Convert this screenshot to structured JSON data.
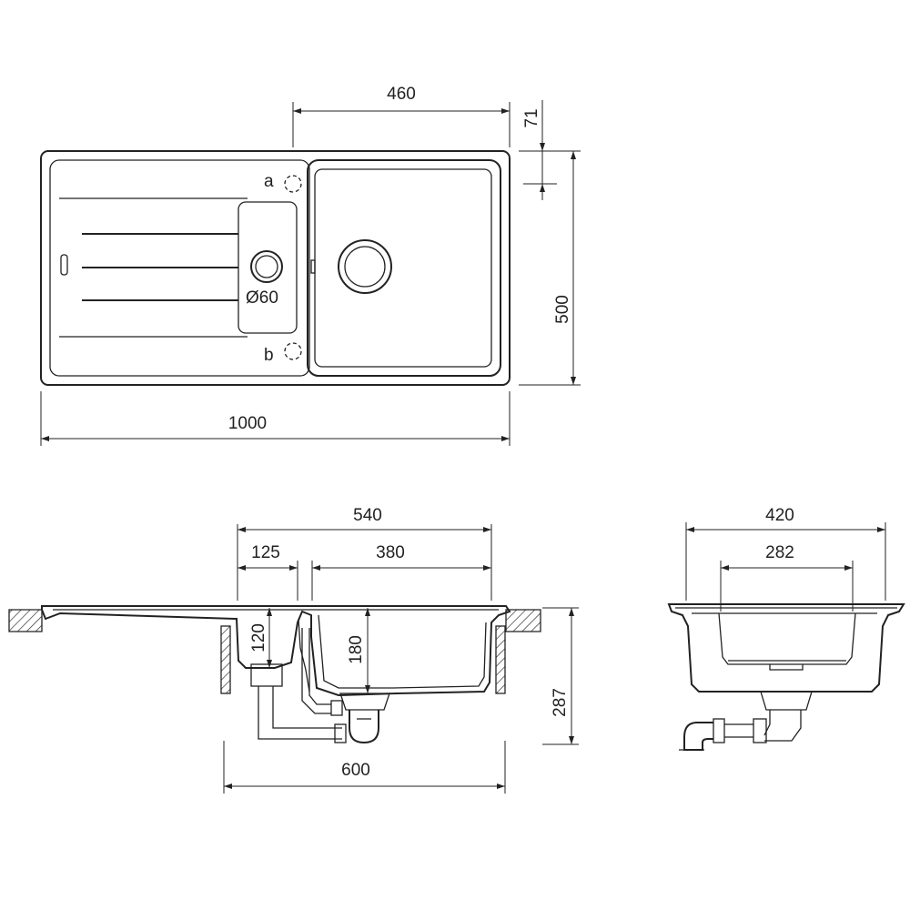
{
  "top_view": {
    "width": "1000",
    "bowl_width": "460",
    "height": "500",
    "edge_offset": "71",
    "tap_hole_a": "a",
    "tap_hole_b": "b",
    "overflow_diameter": "Ø60"
  },
  "side_view": {
    "inner_width": "540",
    "drainer_offset": "125",
    "bowl_width": "380",
    "overflow_depth": "120",
    "bowl_depth": "180",
    "cabinet_width": "600",
    "total_depth": "287"
  },
  "end_view": {
    "outer_width": "420",
    "bottom_width": "282"
  },
  "colors": {
    "line": "#222222",
    "background": "#ffffff"
  }
}
